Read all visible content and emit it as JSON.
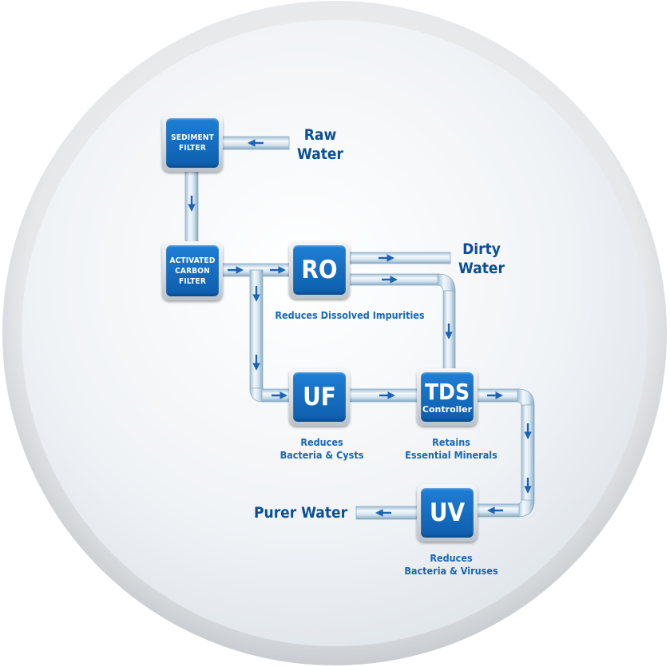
{
  "stages": {
    "sediment": {
      "line1": "SEDIMENT",
      "line2": "FILTER"
    },
    "carbon": {
      "line1": "ACTIVATED",
      "line2": "CARBON",
      "line3": "FILTER"
    },
    "ro": {
      "label": "RO",
      "caption": "Reduces Dissolved Impurities"
    },
    "uf": {
      "label": "UF",
      "caption_line1": "Reduces",
      "caption_line2": "Bacteria & Cysts"
    },
    "tds": {
      "label": "TDS",
      "sub": "Controller",
      "caption_line1": "Retains",
      "caption_line2": "Essential Minerals"
    },
    "uv": {
      "label": "UV",
      "caption_line1": "Reduces",
      "caption_line2": "Bacteria & Viruses"
    }
  },
  "flows": {
    "raw_line1": "Raw",
    "raw_line2": "Water",
    "dirty_line1": "Dirty",
    "dirty_line2": "Water",
    "purer": "Purer Water"
  },
  "colors": {
    "box_blue": "#1572c8",
    "label_dark_blue": "#0b4f94",
    "caption_blue": "#1767b9",
    "pipe_light": "#dceaf4",
    "pipe_dark": "#8fb3cc",
    "arrow": "#1d63b5"
  }
}
